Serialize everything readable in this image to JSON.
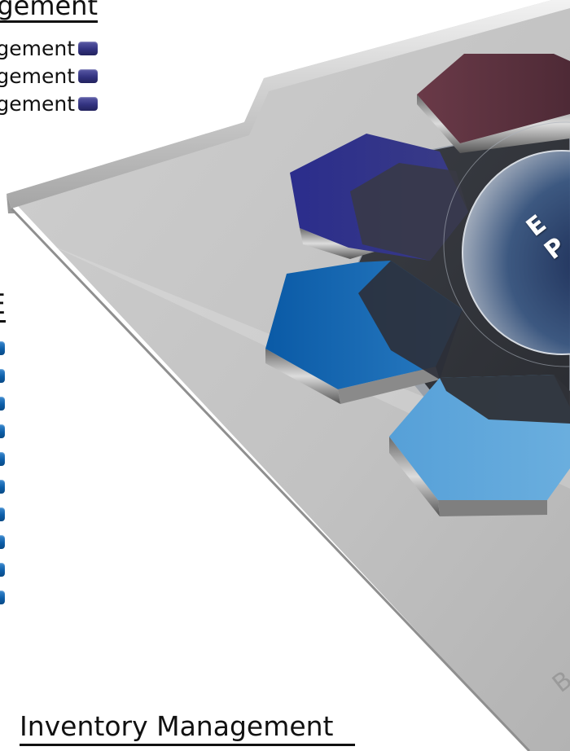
{
  "headings": {
    "top": "gement",
    "middle": "E",
    "bottom": "Inventory Management"
  },
  "lists": {
    "top": [
      "gement",
      "gement",
      "gement"
    ],
    "middle_bullet_count": 10
  },
  "diagram": {
    "center_lines": [
      "E",
      "P"
    ],
    "corner_text": "B",
    "colors": {
      "hex_maroon": "#5e3441",
      "hex_indigo": "#2d2f8a",
      "hex_blue": "#0a63b0",
      "hex_light_blue": "#5aa2d8",
      "hex_dark": "#33353b",
      "platform": "#c7c7c7",
      "bullet_indigo": "#333380",
      "bullet_blue": "#0d5ea8"
    }
  }
}
